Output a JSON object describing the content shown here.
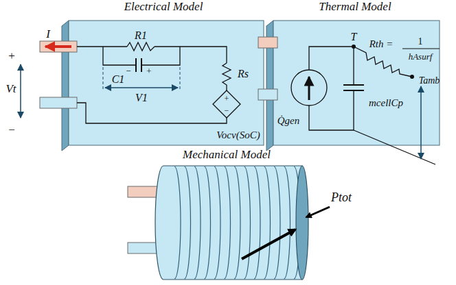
{
  "diagram": {
    "nodes": [
      {
        "text": [
          "Electrical Model"
        ]
      },
      {
        "text": [
          "Thermal Model"
        ]
      },
      {
        "text": [
          "Mechanical Model"
        ]
      }
    ],
    "labels": [
      "I",
      "+",
      "Vt",
      "−",
      "R1",
      "C1",
      "−",
      "+",
      "V1",
      "Rs",
      "+",
      "−",
      "Vocv(SoC)",
      "T",
      "Rth =",
      "1",
      "hAsurf",
      "Tamb",
      "Q̇gen",
      "mcellCp",
      "Ptot"
    ]
  }
}
